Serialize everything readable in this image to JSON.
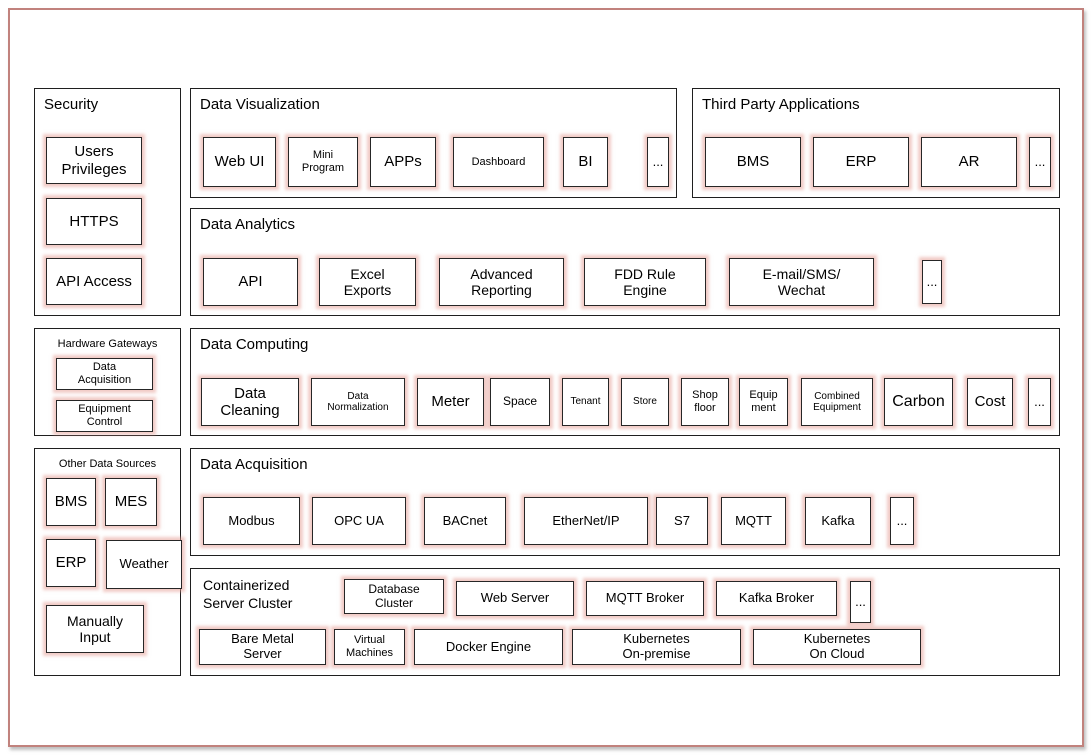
{
  "colors": {
    "frame_border": "#c1827d",
    "panel_border": "#1f1f1f",
    "box_border": "#262626",
    "box_glow": "#e8988e"
  },
  "panels": {
    "security": {
      "title": "Security",
      "items": [
        "Users\nPrivileges",
        "HTTPS",
        "API Access"
      ]
    },
    "data_visualization": {
      "title": "Data Visualization",
      "items": [
        "Web UI",
        "Mini\nProgram",
        "APPs",
        "Dashboard",
        "BI",
        "..."
      ]
    },
    "third_party": {
      "title": "Third Party Applications",
      "items": [
        "BMS",
        "ERP",
        "AR",
        "..."
      ]
    },
    "data_analytics": {
      "title": "Data Analytics",
      "items": [
        "API",
        "Excel\nExports",
        "Advanced\nReporting",
        "FDD Rule\nEngine",
        "E-mail/SMS/\nWechat",
        "..."
      ]
    },
    "hardware_gateways": {
      "title": "Hardware Gateways",
      "items": [
        "Data\nAcquisition",
        "Equipment\nControl"
      ]
    },
    "data_computing": {
      "title": "Data Computing",
      "items": [
        "Data\nCleaning",
        "Data\nNormalization",
        "Meter",
        "Space",
        "Tenant",
        "Store",
        "Shop\nfloor",
        "Equip\nment",
        "Combined\nEquipment",
        "Carbon",
        "Cost",
        "..."
      ]
    },
    "other_data_sources": {
      "title": "Other Data Sources",
      "items": [
        "BMS",
        "MES",
        "ERP",
        "Weather",
        "Manually\nInput"
      ]
    },
    "data_acquisition": {
      "title": "Data Acquisition",
      "items": [
        "Modbus",
        "OPC UA",
        "BACnet",
        "EtherNet/IP",
        "S7",
        "MQTT",
        "Kafka",
        "..."
      ]
    },
    "server_cluster": {
      "title": "Containerized\nServer Cluster",
      "row1": [
        "Database\nCluster",
        "Web Server",
        "MQTT Broker",
        "Kafka Broker",
        "..."
      ],
      "row2": [
        "Bare Metal\nServer",
        "Virtual\nMachines",
        "Docker Engine",
        "Kubernetes\nOn-premise",
        "Kubernetes\nOn Cloud"
      ]
    }
  }
}
